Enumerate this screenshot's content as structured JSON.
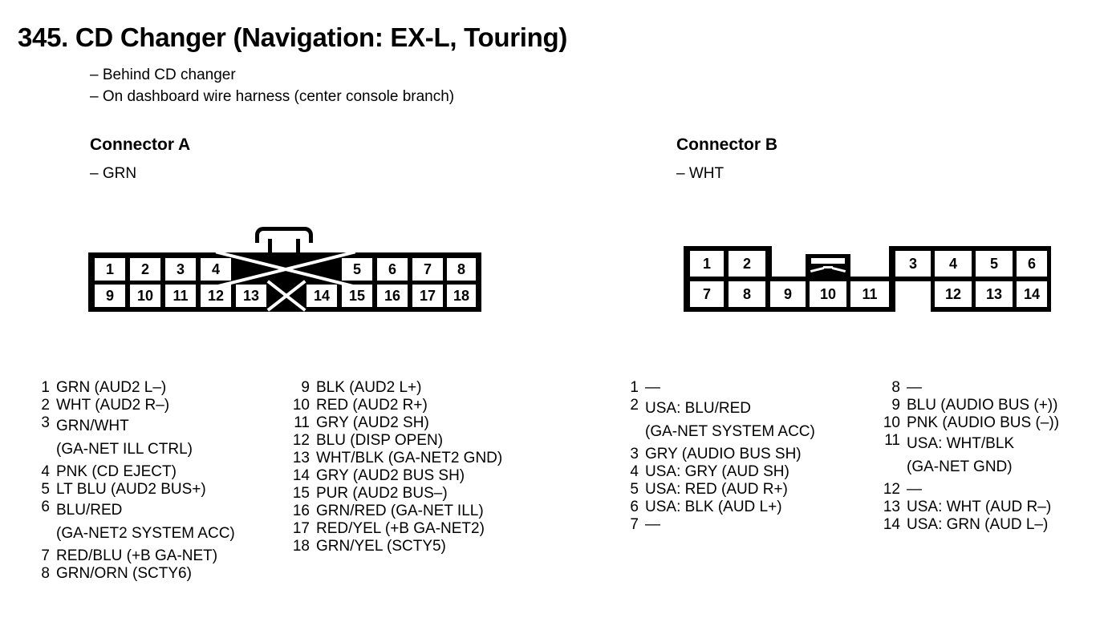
{
  "page": {
    "title": "345. CD Changer (Navigation: EX-L, Touring)",
    "subtitles": [
      "– Behind CD changer",
      "– On dashboard wire harness (center console branch)"
    ],
    "ink_color": "#000000",
    "background_color": "#ffffff"
  },
  "connector_a": {
    "heading": "Connector A",
    "color_note": "– GRN",
    "diagram": {
      "top_row": [
        "1",
        "2",
        "3",
        "4",
        "blank-x-wide",
        "5",
        "6",
        "7",
        "8"
      ],
      "bottom_row": [
        "9",
        "10",
        "11",
        "12",
        "13",
        "blank-x",
        "14",
        "15",
        "16",
        "17",
        "18"
      ],
      "latch": "top-center-tab"
    },
    "pins_column_1": [
      {
        "num": "1",
        "desc": "GRN (AUD2 L–)"
      },
      {
        "num": "2",
        "desc": "WHT (AUD2 R–)"
      },
      {
        "num": "3",
        "desc": "GRN/WHT\n(GA-NET ILL CTRL)"
      },
      {
        "num": "4",
        "desc": "PNK (CD EJECT)"
      },
      {
        "num": "5",
        "desc": "LT BLU (AUD2 BUS+)"
      },
      {
        "num": "6",
        "desc": "BLU/RED\n(GA-NET2 SYSTEM ACC)"
      },
      {
        "num": "7",
        "desc": "RED/BLU (+B GA-NET)"
      },
      {
        "num": "8",
        "desc": "GRN/ORN (SCTY6)"
      }
    ],
    "pins_column_2": [
      {
        "num": "9",
        "desc": "BLK (AUD2 L+)"
      },
      {
        "num": "10",
        "desc": "RED (AUD2 R+)"
      },
      {
        "num": "11",
        "desc": "GRY (AUD2 SH)"
      },
      {
        "num": "12",
        "desc": "BLU (DISP OPEN)"
      },
      {
        "num": "13",
        "desc": "WHT/BLK (GA-NET2 GND)"
      },
      {
        "num": "14",
        "desc": "GRY (AUD2 BUS SH)"
      },
      {
        "num": "15",
        "desc": "PUR (AUD2 BUS–)"
      },
      {
        "num": "16",
        "desc": "GRN/RED (GA-NET ILL)"
      },
      {
        "num": "17",
        "desc": "RED/YEL (+B GA-NET2)"
      },
      {
        "num": "18",
        "desc": "GRN/YEL (SCTY5)"
      }
    ]
  },
  "connector_b": {
    "heading": "Connector B",
    "color_note": "– WHT",
    "diagram": {
      "top_row": [
        "1",
        "2",
        "gap",
        "gap",
        "gap",
        "3",
        "4",
        "5",
        "6"
      ],
      "bottom_row": [
        "7",
        "8",
        "9",
        "10",
        "11",
        "gap",
        "12",
        "13",
        "14"
      ],
      "latch": "center-tab-above-pin-10"
    },
    "pins_column_1": [
      {
        "num": "1",
        "desc": "—"
      },
      {
        "num": "2",
        "desc": "USA: BLU/RED\n(GA-NET SYSTEM ACC)"
      },
      {
        "num": "3",
        "desc": "GRY (AUDIO BUS SH)"
      },
      {
        "num": "4",
        "desc": "USA: GRY (AUD SH)"
      },
      {
        "num": "5",
        "desc": "USA: RED (AUD R+)"
      },
      {
        "num": "6",
        "desc": "USA: BLK (AUD L+)"
      },
      {
        "num": "7",
        "desc": "—"
      }
    ],
    "pins_column_2": [
      {
        "num": "8",
        "desc": "—"
      },
      {
        "num": "9",
        "desc": "BLU (AUDIO BUS (+))"
      },
      {
        "num": "10",
        "desc": "PNK (AUDIO BUS (–))"
      },
      {
        "num": "11",
        "desc": "USA: WHT/BLK\n(GA-NET GND)"
      },
      {
        "num": "12",
        "desc": "—"
      },
      {
        "num": "13",
        "desc": "USA: WHT (AUD R–)"
      },
      {
        "num": "14",
        "desc": "USA: GRN (AUD L–)"
      }
    ]
  }
}
